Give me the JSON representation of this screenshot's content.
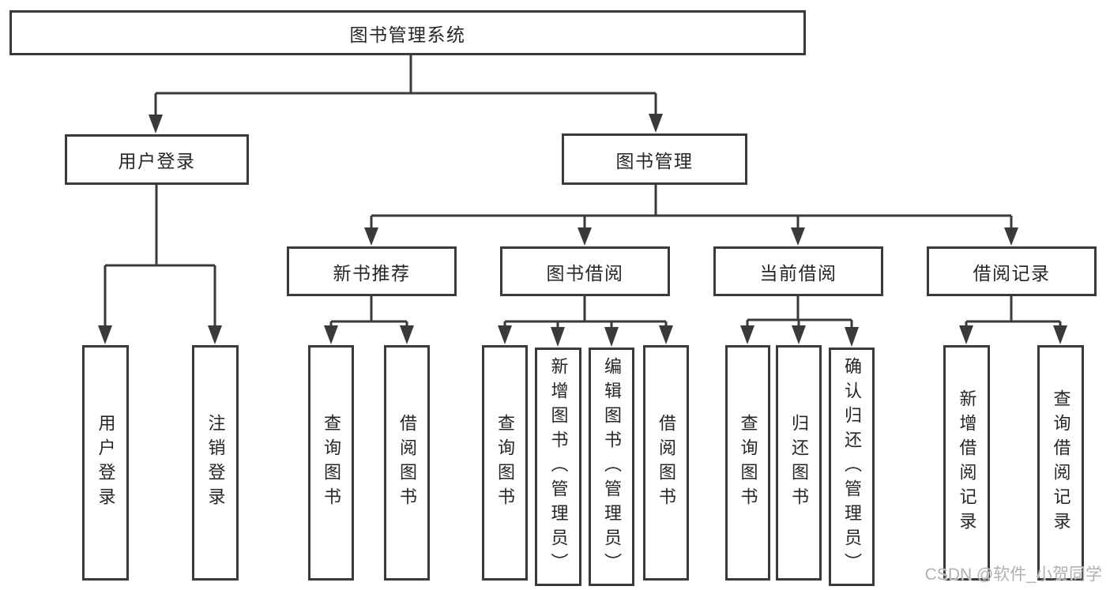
{
  "colors": {
    "line": "#3a3a3a",
    "text": "#262626",
    "box-bg": "#ffffff",
    "watermark": "#b0b0b0"
  },
  "nodes": {
    "root": "图书管理系统",
    "branches": [
      {
        "label": "用户登录",
        "children": [
          "用户登录",
          "注销登录"
        ]
      },
      {
        "label": "图书管理",
        "groups": [
          {
            "label": "新书推荐",
            "children": [
              "查询图书",
              "借阅图书"
            ]
          },
          {
            "label": "图书借阅",
            "children": [
              "查询图书",
              "新增图书（管理员）",
              "编辑图书（管理员）",
              "借阅图书"
            ]
          },
          {
            "label": "当前借阅",
            "children": [
              "查询图书",
              "归还图书",
              "确认归还（管理员）"
            ]
          },
          {
            "label": "借阅记录",
            "children": [
              "新增借阅记录",
              "查询借阅记录"
            ]
          }
        ]
      }
    ]
  },
  "watermark": {
    "text": "CSDN @软件_小贺同学"
  }
}
